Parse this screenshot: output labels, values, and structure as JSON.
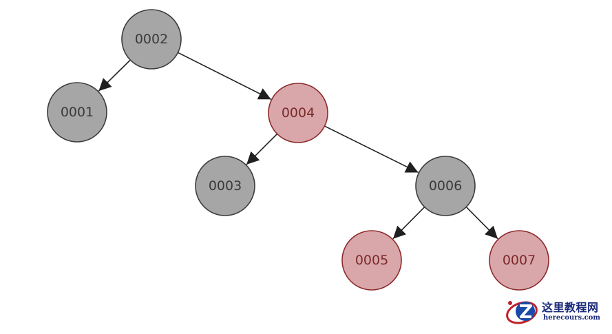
{
  "diagram": {
    "type": "binary-tree",
    "colors": {
      "black_fill": "#a6a6a6",
      "black_stroke": "#3c3c3c",
      "black_text": "#3a3a3a",
      "red_fill": "#d9a7aa",
      "red_stroke": "#8c2a2a",
      "red_text": "#7a2a2a",
      "edge": "#202020"
    },
    "nodes": [
      {
        "id": "n2",
        "label": "0002",
        "color": "black"
      },
      {
        "id": "n1",
        "label": "0001",
        "color": "black"
      },
      {
        "id": "n4",
        "label": "0004",
        "color": "red"
      },
      {
        "id": "n3",
        "label": "0003",
        "color": "black"
      },
      {
        "id": "n6",
        "label": "0006",
        "color": "black"
      },
      {
        "id": "n5",
        "label": "0005",
        "color": "red"
      },
      {
        "id": "n7",
        "label": "0007",
        "color": "red"
      }
    ],
    "edges": [
      {
        "from": "n2",
        "to": "n1"
      },
      {
        "from": "n2",
        "to": "n4"
      },
      {
        "from": "n4",
        "to": "n3"
      },
      {
        "from": "n4",
        "to": "n6"
      },
      {
        "from": "n6",
        "to": "n5"
      },
      {
        "from": "n6",
        "to": "n7"
      }
    ]
  },
  "watermark": {
    "title": "这里教程网",
    "domain": "herecours.com"
  }
}
